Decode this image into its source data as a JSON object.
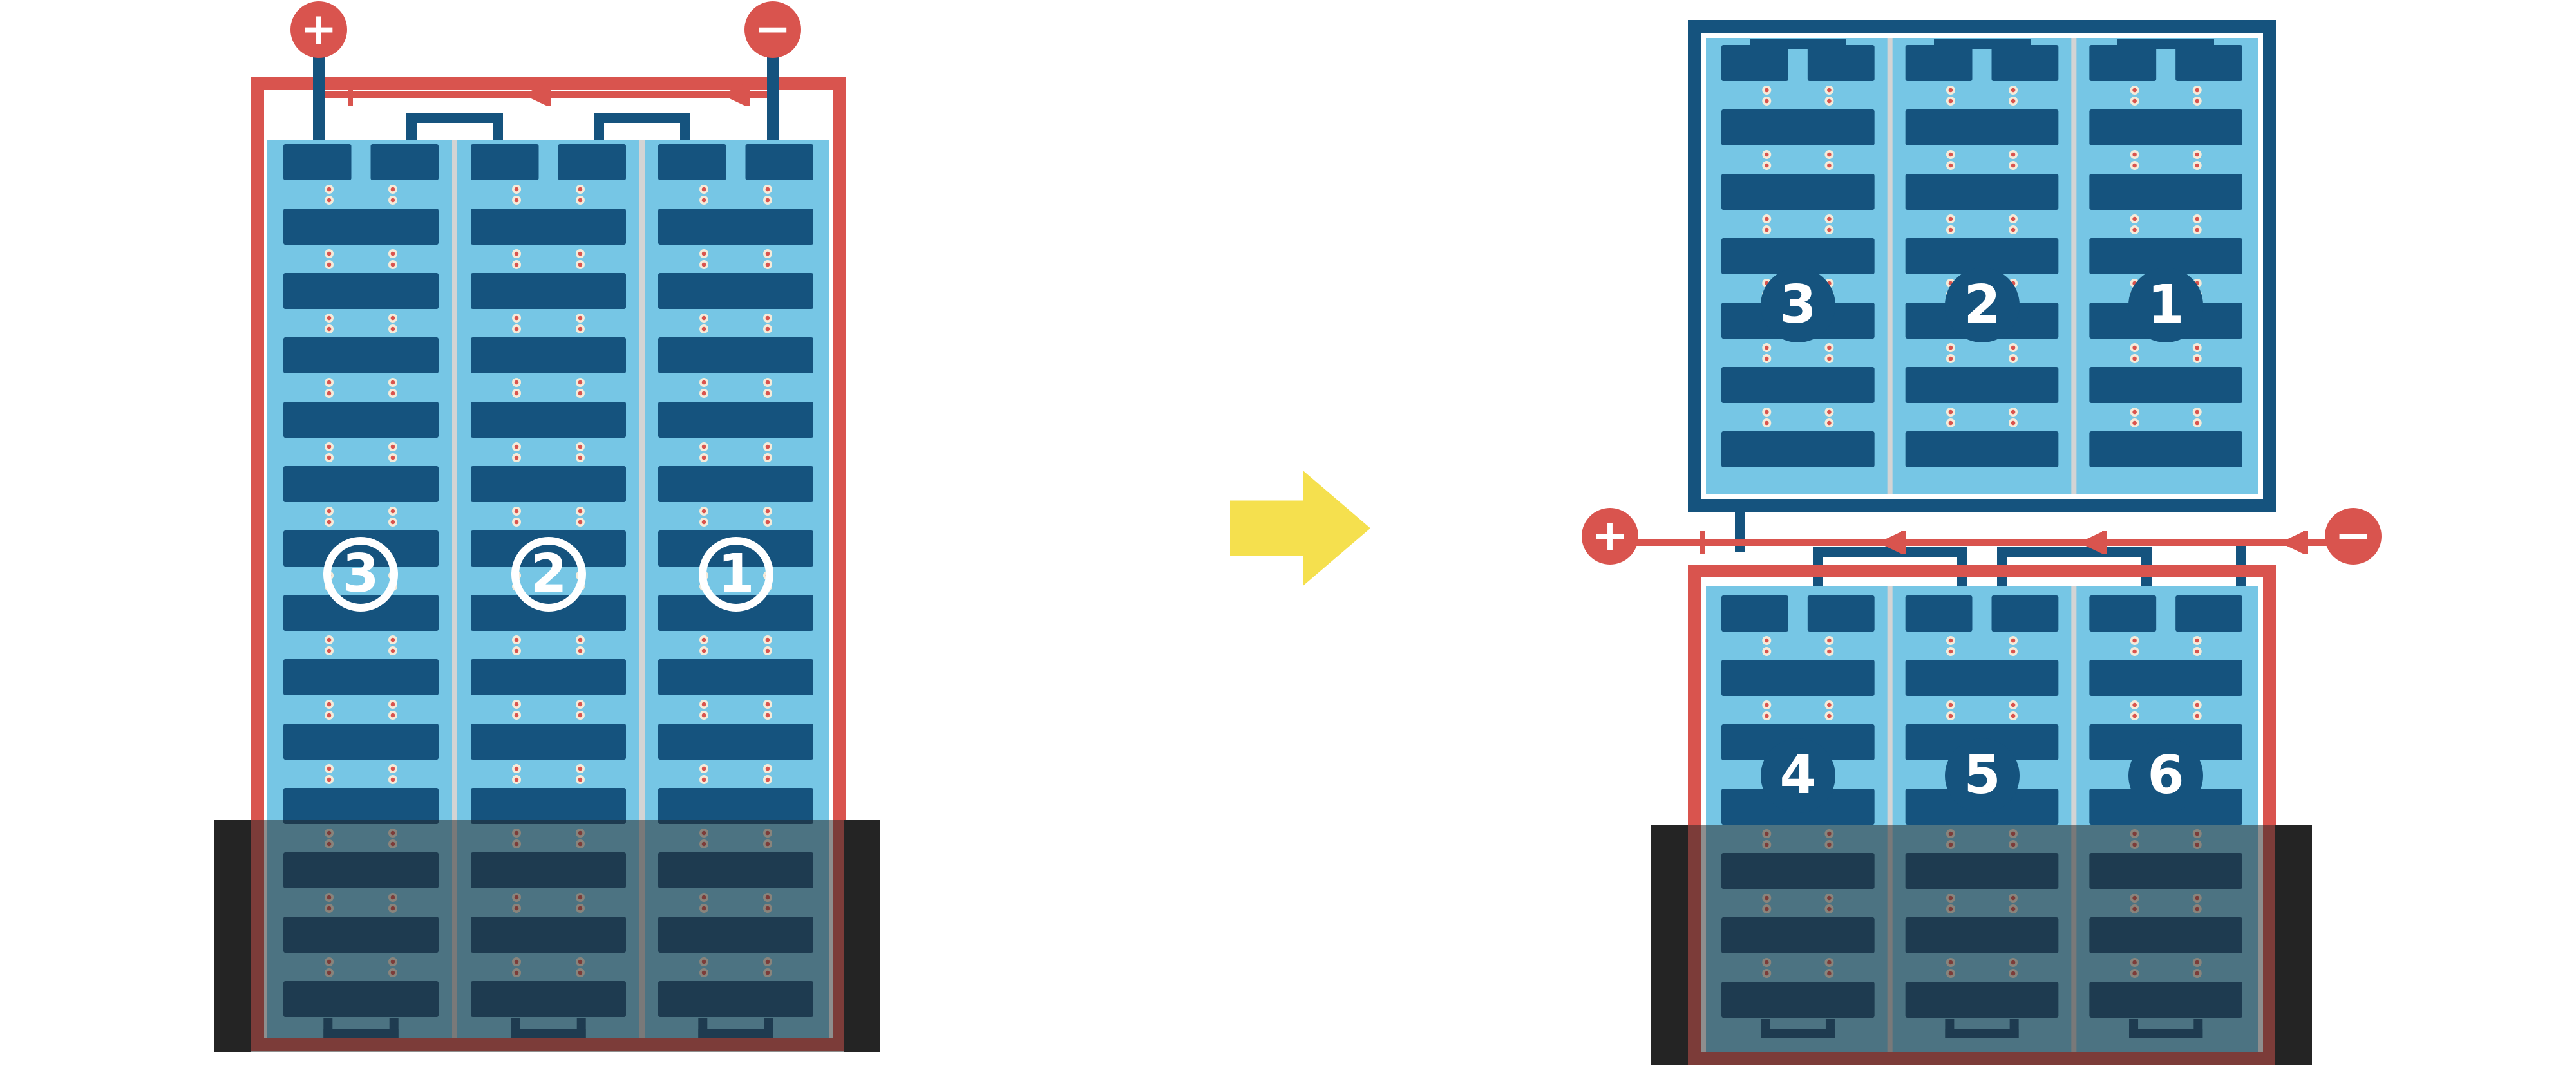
{
  "diagram": "battery-cell-series-arrangement",
  "colors": {
    "red": "#D9544E",
    "navy": "#15537E",
    "light_blue": "#76C6E5",
    "divider": "#D4D4D4",
    "dot_outer": "#F5EBDA",
    "dot_inner": "#D9544E",
    "overlay": "rgba(38,38,38,0.52)",
    "tank_bar": "#242424",
    "arrow_yellow": "#F5E04E"
  },
  "left_assembly": {
    "terminal_positive": "+",
    "terminal_negative": "−",
    "cells": [
      {
        "label": "3"
      },
      {
        "label": "2"
      },
      {
        "label": "1"
      }
    ],
    "label_style": "outline"
  },
  "transform_arrow": {
    "direction": "right"
  },
  "right_assembly": {
    "terminal_positive": "+",
    "terminal_negative": "−",
    "top_unit": {
      "cells": [
        {
          "label": "3"
        },
        {
          "label": "2"
        },
        {
          "label": "1"
        }
      ],
      "label_style": "filled"
    },
    "bottom_unit": {
      "cells": [
        {
          "label": "4"
        },
        {
          "label": "5"
        },
        {
          "label": "6"
        }
      ],
      "label_style": "filled"
    }
  }
}
